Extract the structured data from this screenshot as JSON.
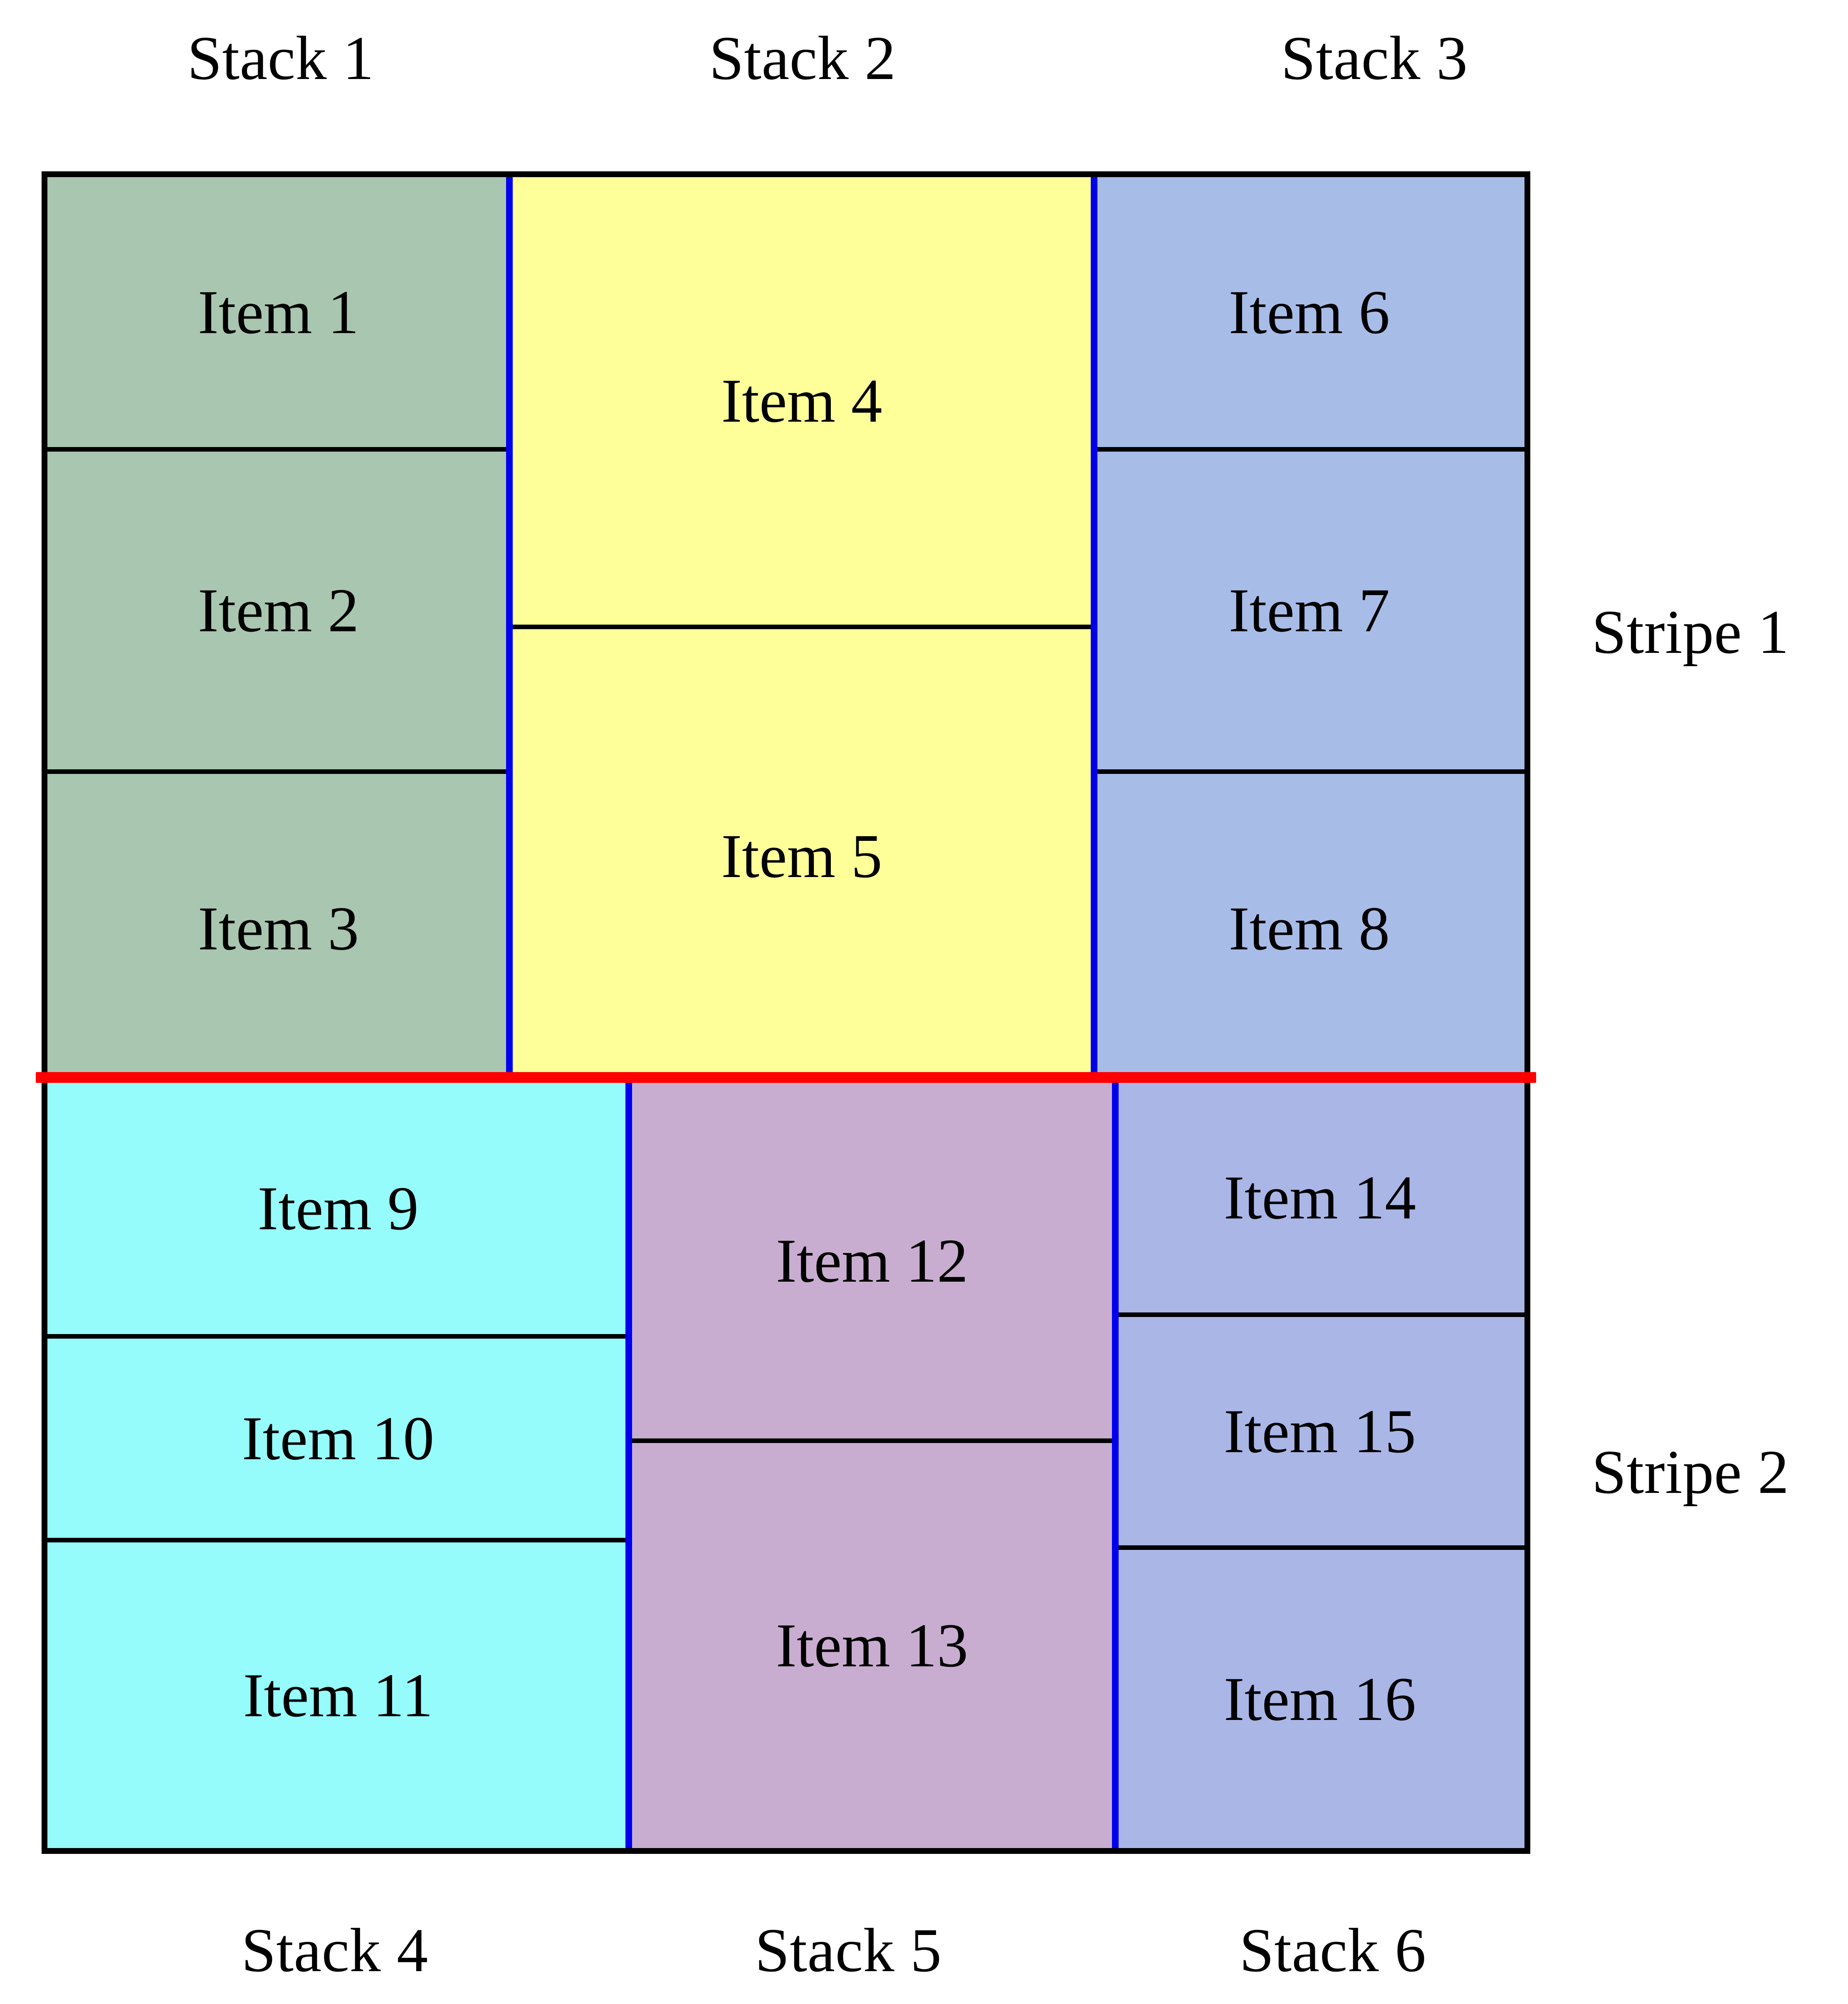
{
  "diagram": {
    "title_present": false,
    "stripe_labels": [
      {
        "id": "stripe-1",
        "text": "Stripe 1"
      },
      {
        "id": "stripe-2",
        "text": "Stripe 2"
      }
    ],
    "stack_labels_top": [
      {
        "id": "stack-1",
        "text": "Stack 1"
      },
      {
        "id": "stack-2",
        "text": "Stack 2"
      },
      {
        "id": "stack-3",
        "text": "Stack 3"
      }
    ],
    "stack_labels_bottom": [
      {
        "id": "stack-4",
        "text": "Stack 4"
      },
      {
        "id": "stack-5",
        "text": "Stack 5"
      },
      {
        "id": "stack-6",
        "text": "Stack 6"
      }
    ],
    "colors": {
      "stack1_fill": "#a9c6b0",
      "stack2_fill": "#ffff99",
      "stack3_fill": "#a8bce8",
      "stack4_fill": "#96fbfb",
      "stack5_fill": "#c9add0",
      "stack6_fill": "#aab6e6",
      "outer_border": "#000000",
      "cell_border": "#000000",
      "stack_separator": "#0000ee",
      "stripe_separator": "#fe0000",
      "background": "#ffffff"
    },
    "stripes": [
      {
        "id": "stripe-1",
        "stacks": [
          {
            "id": "stack-1",
            "fill": "#a9c6b0",
            "items": [
              {
                "label": "Item 1"
              },
              {
                "label": "Item 2"
              },
              {
                "label": "Item 3"
              }
            ]
          },
          {
            "id": "stack-2",
            "fill": "#ffff99",
            "items": [
              {
                "label": "Item 4"
              },
              {
                "label": "Item 5"
              }
            ]
          },
          {
            "id": "stack-3",
            "fill": "#a8bce8",
            "items": [
              {
                "label": "Item 6"
              },
              {
                "label": "Item 7"
              },
              {
                "label": "Item 8"
              }
            ]
          }
        ]
      },
      {
        "id": "stripe-2",
        "stacks": [
          {
            "id": "stack-4",
            "fill": "#96fbfb",
            "items": [
              {
                "label": "Item 9"
              },
              {
                "label": "Item 10"
              },
              {
                "label": "Item 11"
              }
            ]
          },
          {
            "id": "stack-5",
            "fill": "#c9add0",
            "items": [
              {
                "label": "Item 12"
              },
              {
                "label": "Item 13"
              }
            ]
          },
          {
            "id": "stack-6",
            "fill": "#aab6e6",
            "items": [
              {
                "label": "Item 14"
              },
              {
                "label": "Item 15"
              },
              {
                "label": "Item 16"
              }
            ]
          }
        ]
      }
    ]
  }
}
